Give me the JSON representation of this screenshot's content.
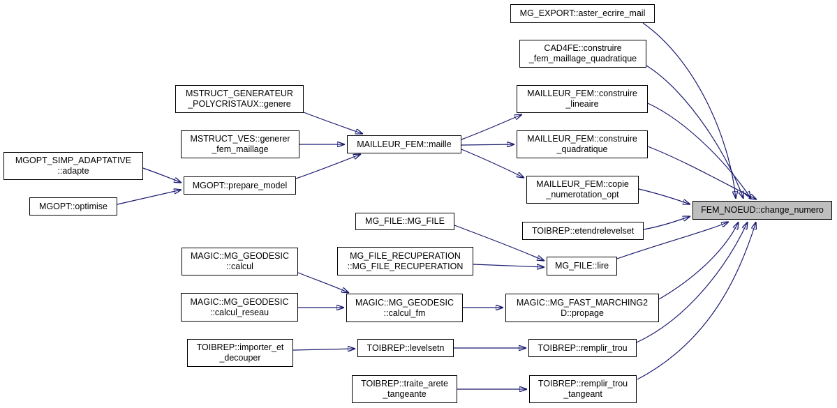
{
  "diagram": {
    "type": "doxygen-call-graph",
    "highlighted_node": "FEM_NOEUD::change_numero",
    "colors": {
      "background": "#ffffff",
      "edge": "#191970",
      "node_fill": "#ffffff",
      "node_border": "#000000",
      "highlight_fill": "#bebebe",
      "text": "#000000"
    },
    "nodes": [
      {
        "id": "mg_export_aster_ecrire_mail",
        "label": "MG_EXPORT::aster_ecrire_mail"
      },
      {
        "id": "cad4fe_construire_fem_maillage_quadratique",
        "label": "CAD4FE::construire\n_fem_maillage_quadratique"
      },
      {
        "id": "mailleur_fem_construire_lineaire",
        "label": "MAILLEUR_FEM::construire\n_lineaire"
      },
      {
        "id": "mailleur_fem_construire_quadratique",
        "label": "MAILLEUR_FEM::construire\n_quadratique"
      },
      {
        "id": "mailleur_fem_copie_numerotation_opt",
        "label": "MAILLEUR_FEM::copie\n_numerotation_opt"
      },
      {
        "id": "toibrep_etendrelevelset",
        "label": "TOIBREP::etendrelevelset"
      },
      {
        "id": "fem_noeud_change_numero",
        "label": "FEM_NOEUD::change_numero"
      },
      {
        "id": "mstruct_generateur_polycristaux_genere",
        "label": "MSTRUCT_GENERATEUR\n_POLYCRISTAUX::genere"
      },
      {
        "id": "mstruct_ves_generer_fem_maillage",
        "label": "MSTRUCT_VES::generer\n_fem_maillage"
      },
      {
        "id": "mailleur_fem_maille",
        "label": "MAILLEUR_FEM::maille"
      },
      {
        "id": "mgopt_simp_adaptative_adapte",
        "label": "MGOPT_SIMP_ADAPTATIVE\n::adapte"
      },
      {
        "id": "mgopt_optimise",
        "label": "MGOPT::optimise"
      },
      {
        "id": "mgopt_prepare_model",
        "label": "MGOPT::prepare_model"
      },
      {
        "id": "mg_file_mg_file",
        "label": "MG_FILE::MG_FILE"
      },
      {
        "id": "mg_file_recuperation_mg_file_recuperation",
        "label": "MG_FILE_RECUPERATION\n::MG_FILE_RECUPERATION"
      },
      {
        "id": "mg_file_lire",
        "label": "MG_FILE::lire"
      },
      {
        "id": "magic_mg_geodesic_calcul",
        "label": "MAGIC::MG_GEODESIC\n::calcul"
      },
      {
        "id": "magic_mg_geodesic_calcul_reseau",
        "label": "MAGIC::MG_GEODESIC\n::calcul_reseau"
      },
      {
        "id": "magic_mg_geodesic_calcul_fm",
        "label": "MAGIC::MG_GEODESIC\n::calcul_fm"
      },
      {
        "id": "magic_mg_fast_marching2d_propage",
        "label": "MAGIC::MG_FAST_MARCHING2\nD::propage"
      },
      {
        "id": "toibrep_remplir_trou",
        "label": "TOIBREP::remplir_trou"
      },
      {
        "id": "toibrep_importer_et_decouper",
        "label": "TOIBREP::importer_et\n_decouper"
      },
      {
        "id": "toibrep_levelsetn",
        "label": "TOIBREP::levelsetn"
      },
      {
        "id": "toibrep_traite_arete_tangeante",
        "label": "TOIBREP::traite_arete\n_tangeante"
      },
      {
        "id": "toibrep_remplir_trou_tangeant",
        "label": "TOIBREP::remplir_trou\n_tangeant"
      }
    ],
    "edges": [
      {
        "from": "mg_export_aster_ecrire_mail",
        "to": "fem_noeud_change_numero"
      },
      {
        "from": "cad4fe_construire_fem_maillage_quadratique",
        "to": "fem_noeud_change_numero"
      },
      {
        "from": "mailleur_fem_construire_lineaire",
        "to": "fem_noeud_change_numero"
      },
      {
        "from": "mailleur_fem_construire_quadratique",
        "to": "fem_noeud_change_numero"
      },
      {
        "from": "mailleur_fem_copie_numerotation_opt",
        "to": "fem_noeud_change_numero"
      },
      {
        "from": "toibrep_etendrelevelset",
        "to": "fem_noeud_change_numero"
      },
      {
        "from": "mg_file_lire",
        "to": "fem_noeud_change_numero"
      },
      {
        "from": "magic_mg_fast_marching2d_propage",
        "to": "fem_noeud_change_numero"
      },
      {
        "from": "toibrep_remplir_trou",
        "to": "fem_noeud_change_numero"
      },
      {
        "from": "toibrep_remplir_trou_tangeant",
        "to": "fem_noeud_change_numero"
      },
      {
        "from": "mailleur_fem_maille",
        "to": "mailleur_fem_construire_lineaire"
      },
      {
        "from": "mailleur_fem_maille",
        "to": "mailleur_fem_construire_quadratique"
      },
      {
        "from": "mailleur_fem_maille",
        "to": "mailleur_fem_copie_numerotation_opt"
      },
      {
        "from": "mstruct_generateur_polycristaux_genere",
        "to": "mailleur_fem_maille"
      },
      {
        "from": "mstruct_ves_generer_fem_maillage",
        "to": "mailleur_fem_maille"
      },
      {
        "from": "mgopt_prepare_model",
        "to": "mailleur_fem_maille"
      },
      {
        "from": "mgopt_simp_adaptative_adapte",
        "to": "mgopt_prepare_model"
      },
      {
        "from": "mgopt_optimise",
        "to": "mgopt_prepare_model"
      },
      {
        "from": "mg_file_mg_file",
        "to": "mg_file_lire"
      },
      {
        "from": "mg_file_recuperation_mg_file_recuperation",
        "to": "mg_file_lire"
      },
      {
        "from": "magic_mg_geodesic_calcul",
        "to": "magic_mg_geodesic_calcul_fm"
      },
      {
        "from": "magic_mg_geodesic_calcul_reseau",
        "to": "magic_mg_geodesic_calcul_fm"
      },
      {
        "from": "magic_mg_geodesic_calcul_fm",
        "to": "magic_mg_fast_marching2d_propage"
      },
      {
        "from": "toibrep_importer_et_decouper",
        "to": "toibrep_levelsetn"
      },
      {
        "from": "toibrep_levelsetn",
        "to": "toibrep_remplir_trou"
      },
      {
        "from": "toibrep_traite_arete_tangeante",
        "to": "toibrep_remplir_trou_tangeant"
      }
    ]
  }
}
